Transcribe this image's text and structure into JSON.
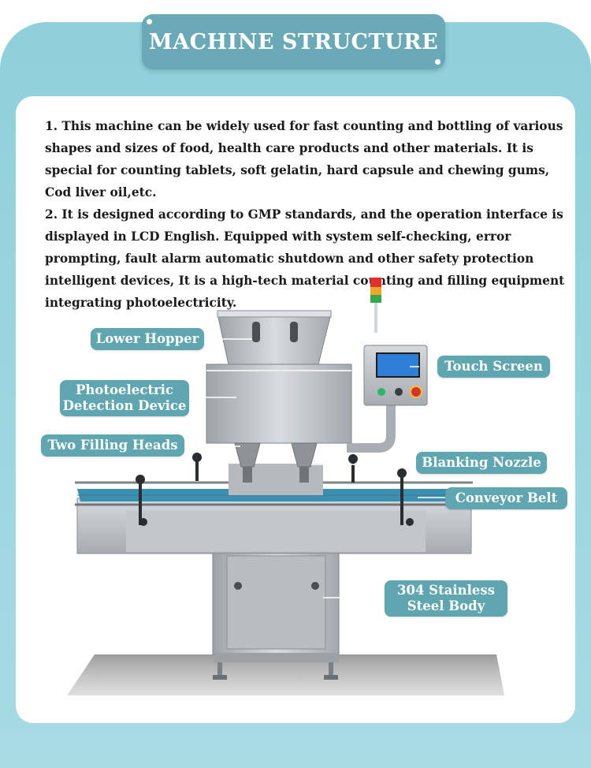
{
  "header": {
    "title": "MACHINE STRUCTURE"
  },
  "description": {
    "para1": "1. This machine can be widely used for fast counting and bottling of various shapes and sizes of food, health care products and other materials. It is special for counting tablets, soft gelatin, hard capsule and chewing gums, Cod liver oil,etc.",
    "para2": "2.  It is designed according to GMP standards, and the operation interface is displayed in LCD English.  Equipped with system self-checking, error prompting, fault alarm automatic shutdown and other safety protection intelligent devices, It is a high-tech material counting and filling equipment integrating photoelectricity."
  },
  "labels": {
    "lower_hopper": "Lower Hopper",
    "photoelectric_line1": "Photoelectric",
    "photoelectric_line2": "Detection Device",
    "filling_heads": "Two Filling Heads",
    "touch_screen": "Touch Screen",
    "blanking_nozzle": "Blanking Nozzle",
    "conveyor_belt": "Conveyor Belt",
    "body_line1": "304 Stainless",
    "body_line2": "Steel Body"
  },
  "colors": {
    "background": "#a8dbe4",
    "title_tab": "#69aab6",
    "label": "#5fa6b1",
    "conveyor": "#3d8fb0",
    "stainless": "#c9cdd0"
  }
}
